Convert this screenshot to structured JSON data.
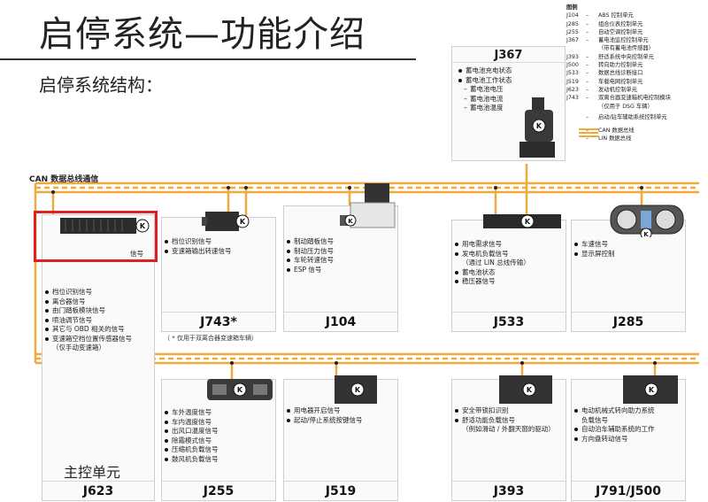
{
  "title": "启停系统—功能介绍",
  "subtitle": "启停系统结构：",
  "bus_label": "CAN 数据总线通信",
  "legend": {
    "heading": "图例",
    "entries": [
      {
        "code": "J104",
        "desc": "ABS 控制单元"
      },
      {
        "code": "J285",
        "desc": "组合仪表控制单元"
      },
      {
        "code": "J255",
        "desc": "自动空调控制单元"
      },
      {
        "code": "J367",
        "desc": "蓄电池监控控制单元"
      },
      {
        "code": "",
        "desc": "（带有蓄电池传感器）"
      },
      {
        "code": "J393",
        "desc": "舒适系统中央控制单元"
      },
      {
        "code": "J500",
        "desc": "转向助力控制单元"
      },
      {
        "code": "J533",
        "desc": "数据总线诊断接口"
      },
      {
        "code": "J519",
        "desc": "车载电网控制单元"
      },
      {
        "code": "J623",
        "desc": "发动机控制单元"
      },
      {
        "code": "J743",
        "desc": "双离合器变速箱机电控制模块"
      },
      {
        "code": "",
        "desc": "（仅用于 DSG 车辆）"
      },
      {
        "code": "",
        "desc": "启动/驻车辅助系统控制单元"
      },
      {
        "code": "",
        "desc": "CAN 数据总线"
      },
      {
        "code": "",
        "desc": "LIN 数据总线"
      }
    ]
  },
  "colors": {
    "can_bus": "#f0a93c",
    "highlight": "#e02020",
    "box_bg": "#fafafa",
    "ecu_dark": "#2c2c2c"
  },
  "units": {
    "J367": {
      "name": "J367",
      "signals": [
        {
          "t": "蓄电池充电状态",
          "k": "b"
        },
        {
          "t": "蓄电池工作状态",
          "k": "b"
        },
        {
          "t": "蓄电池电压",
          "k": "d"
        },
        {
          "t": "蓄电池电流",
          "k": "d"
        },
        {
          "t": "蓄电池温度",
          "k": "d"
        }
      ]
    },
    "J623": {
      "name": "J623",
      "main_label": "主控单元",
      "partial_text": "信号",
      "signals": [
        {
          "t": "档位识别信号",
          "k": "b"
        },
        {
          "t": "离合器信号",
          "k": "b"
        },
        {
          "t": "由门踏板模块信号",
          "k": "b"
        },
        {
          "t": "喷油调节信号",
          "k": "b"
        },
        {
          "t": "其它与 OBD 相关的信号",
          "k": "b"
        },
        {
          "t": "变速箱空档位置传感器信号",
          "k": "b"
        },
        {
          "t": "（仅手动变速箱）",
          "k": "c"
        }
      ]
    },
    "J743": {
      "name": "J743*",
      "note": "（ * 仅用于双离合器变速箱车辆）",
      "signals": [
        {
          "t": "档位识别信号",
          "k": "b"
        },
        {
          "t": "变速箱输出转速信号",
          "k": "b"
        }
      ]
    },
    "J104": {
      "name": "J104",
      "signals": [
        {
          "t": "制动踏板信号",
          "k": "b"
        },
        {
          "t": "制动压力信号",
          "k": "b"
        },
        {
          "t": "车轮转速信号",
          "k": "b"
        },
        {
          "t": "ESP 信号",
          "k": "b"
        }
      ]
    },
    "J533": {
      "name": "J533",
      "signals": [
        {
          "t": "用电需求信号",
          "k": "b"
        },
        {
          "t": "发电机负载信号",
          "k": "b"
        },
        {
          "t": "（通过 LIN 总线传输）",
          "k": "c"
        },
        {
          "t": "蓄电池状态",
          "k": "b"
        },
        {
          "t": "稳压器信号",
          "k": "b"
        }
      ]
    },
    "J285": {
      "name": "J285",
      "signals": [
        {
          "t": "车速信号",
          "k": "b"
        },
        {
          "t": "显示屏控制",
          "k": "b"
        }
      ]
    },
    "J255": {
      "name": "J255",
      "signals": [
        {
          "t": "车外温度信号",
          "k": "b"
        },
        {
          "t": "车内温度信号",
          "k": "b"
        },
        {
          "t": "出风口温度信号",
          "k": "b"
        },
        {
          "t": "除霜模式信号",
          "k": "b"
        },
        {
          "t": "压缩机负载信号",
          "k": "b"
        },
        {
          "t": "鼓风机负载信号",
          "k": "b"
        }
      ]
    },
    "J519": {
      "name": "J519",
      "signals": [
        {
          "t": "用电器开启信号",
          "k": "b"
        },
        {
          "t": "起动/停止系统按键信号",
          "k": "b"
        }
      ]
    },
    "J393": {
      "name": "J393",
      "signals": [
        {
          "t": "安全带锁扣识别",
          "k": "b"
        },
        {
          "t": "舒适功能负载信号",
          "k": "b"
        },
        {
          "t": "（例如滑动 / 外翻天窗的驱动）",
          "k": "c"
        }
      ]
    },
    "J791": {
      "name": "J791/J500",
      "signals": [
        {
          "t": "电动机械式转向助力系统",
          "k": "b"
        },
        {
          "t": "负载信号",
          "k": "c"
        },
        {
          "t": "自动泊车辅助系统的工作",
          "k": "b"
        },
        {
          "t": "方向盘转动信号",
          "k": "b"
        }
      ]
    }
  }
}
